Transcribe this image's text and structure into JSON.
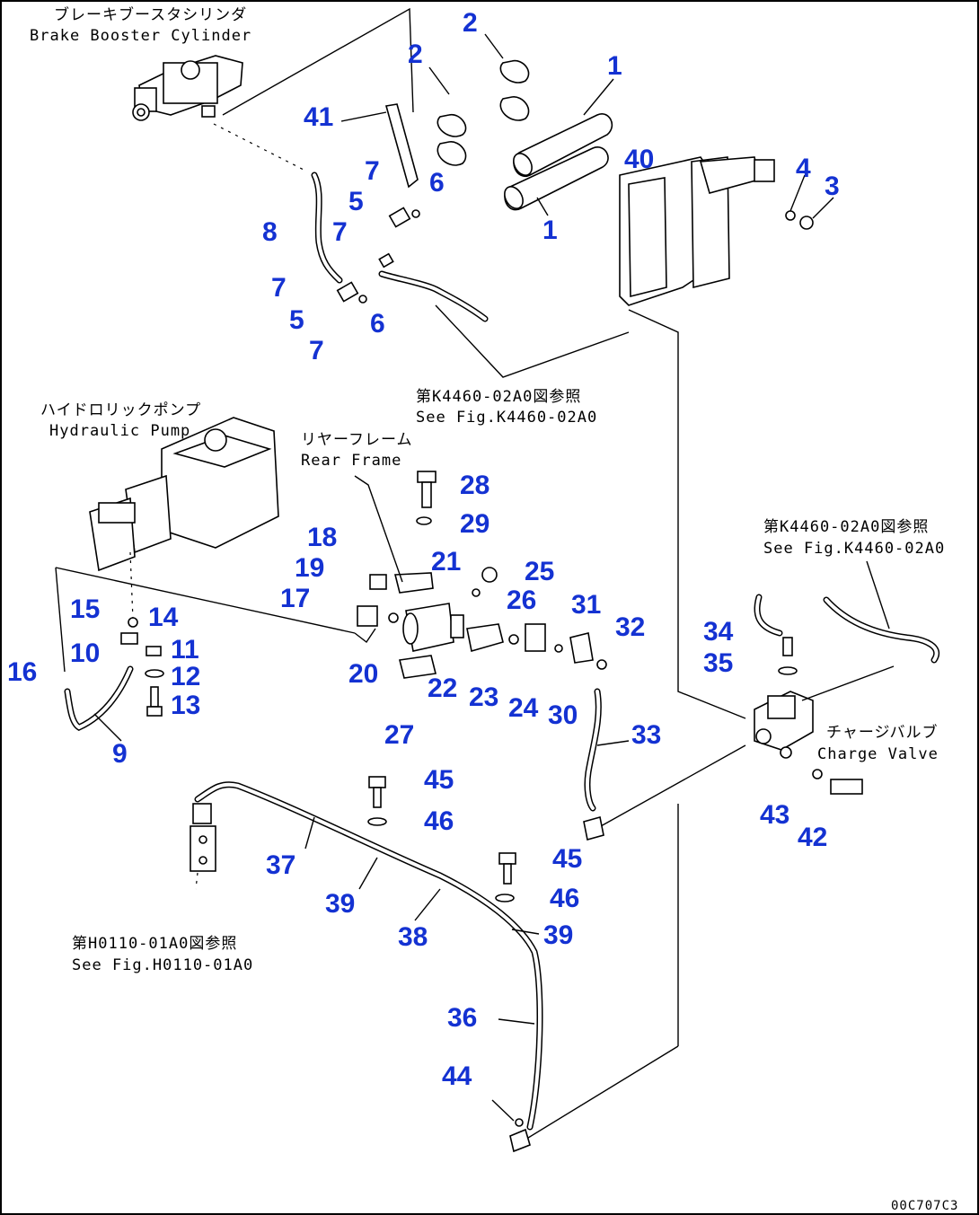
{
  "labels": {
    "brake_booster_jp": "ブレーキブースタシリンダ",
    "brake_booster_en": "Brake Booster Cylinder",
    "hydraulic_pump_jp": "ハイドロリックポンプ",
    "hydraulic_pump_en": "Hydraulic Pump",
    "rear_frame_jp": "リヤーフレーム",
    "rear_frame_en": "Rear Frame",
    "charge_valve_jp": "チャージバルブ",
    "charge_valve_en": "Charge Valve",
    "ref_k4460_top_jp": "第K4460-02A0図参照",
    "ref_k4460_top_en": "See Fig.K4460-02A0",
    "ref_k4460_right_jp": "第K4460-02A0図参照",
    "ref_k4460_right_en": "See Fig.K4460-02A0",
    "ref_h0110_jp": "第H0110-01A0図参照",
    "ref_h0110_en": "See Fig.H0110-01A0",
    "drawing_code": "00C707C3"
  },
  "callouts": {
    "c1a": "1",
    "c1b": "1",
    "c2a": "2",
    "c2b": "2",
    "c3": "3",
    "c4": "4",
    "c5a": "5",
    "c5b": "5",
    "c6a": "6",
    "c6b": "6",
    "c7a": "7",
    "c7b": "7",
    "c7c": "7",
    "c7d": "7",
    "c8": "8",
    "c9": "9",
    "c10": "10",
    "c11": "11",
    "c12": "12",
    "c13": "13",
    "c14": "14",
    "c15": "15",
    "c16": "16",
    "c17": "17",
    "c18": "18",
    "c19": "19",
    "c20": "20",
    "c21": "21",
    "c22": "22",
    "c23": "23",
    "c24": "24",
    "c25": "25",
    "c26": "26",
    "c27": "27",
    "c28": "28",
    "c29": "29",
    "c30": "30",
    "c31": "31",
    "c32": "32",
    "c33": "33",
    "c34": "34",
    "c35": "35",
    "c36": "36",
    "c37": "37",
    "c38": "38",
    "c39a": "39",
    "c39b": "39",
    "c40": "40",
    "c41": "41",
    "c42": "42",
    "c43": "43",
    "c44": "44",
    "c45a": "45",
    "c45b": "45",
    "c46a": "46",
    "c46b": "46"
  }
}
